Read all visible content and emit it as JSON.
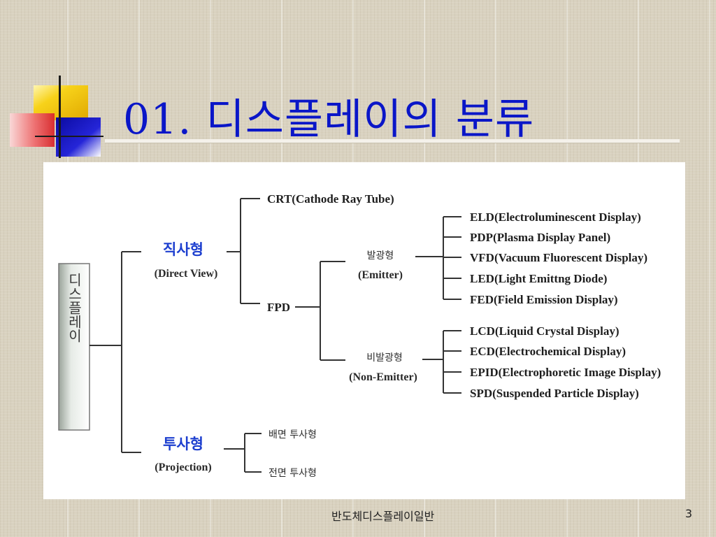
{
  "slide": {
    "title": "01. 디스플레이의 분류",
    "footer_text": "반도체디스플레이일반",
    "page_number": "3"
  },
  "diagram": {
    "root": "디스플레이",
    "direct": {
      "label": "직사형",
      "sub": "(Direct View)"
    },
    "crt": "CRT(Cathode Ray Tube)",
    "fpd": "FPD",
    "emitter": {
      "label": "발광형",
      "sub": "(Emitter)"
    },
    "nonemitter": {
      "label": "비발광형",
      "sub": "(Non-Emitter)"
    },
    "emitter_items": [
      "ELD(Electroluminescent Display)",
      "PDP(Plasma Display Panel)",
      "VFD(Vacuum Fluorescent Display)",
      "LED(Light Emittng Diode)",
      "FED(Field Emission Display)"
    ],
    "nonemitter_items": [
      "LCD(Liquid Crystal Display)",
      "ECD(Electrochemical Display)",
      "EPID(Electrophoretic Image Display)",
      "SPD(Suspended Particle Display)"
    ],
    "projection": {
      "label": "투사형",
      "sub": "(Projection)"
    },
    "projection_items": [
      "배면 투사형",
      "전면 투사형"
    ]
  },
  "colors": {
    "title": "#0a16c8",
    "category_label": "#1d3fcf",
    "deco_yellow": "#f7d21a",
    "deco_blue": "#2525d8",
    "deco_red": "#e8373a"
  },
  "icons": {
    "decoration": "color-squares-deco"
  }
}
